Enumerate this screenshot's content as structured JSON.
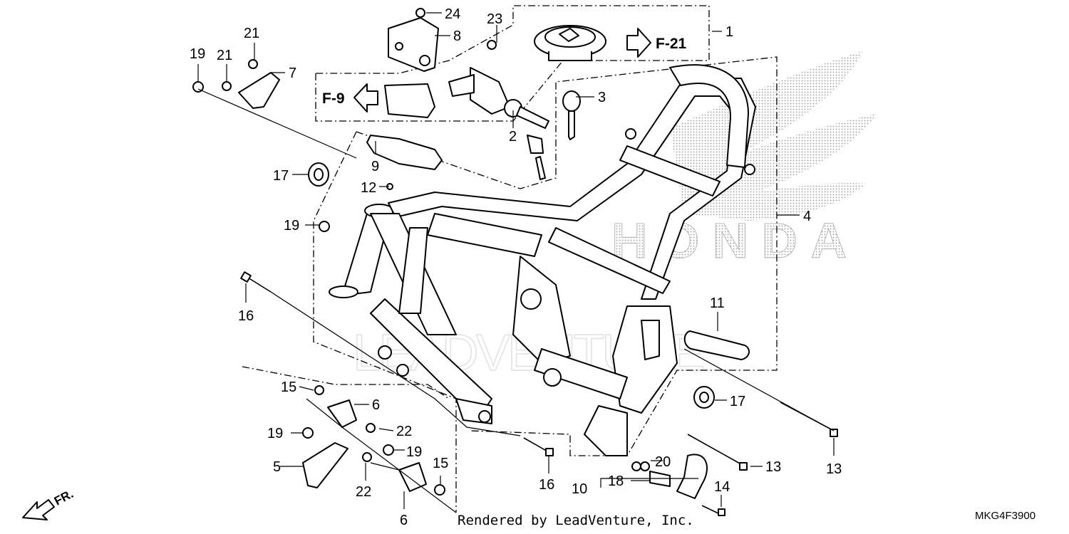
{
  "diagram": {
    "code": "MKG4F3900",
    "credit": "Rendered by LeadVenture, Inc.",
    "watermark": "LEADVENTURE",
    "brand_text": "HONDA",
    "direction_label": "FR.",
    "references": {
      "f9": "F-9",
      "f21": "F-21"
    },
    "callouts": [
      "1",
      "2",
      "3",
      "4",
      "5",
      "6",
      "6",
      "7",
      "8",
      "9",
      "10",
      "11",
      "12",
      "13",
      "13",
      "14",
      "15",
      "15",
      "16",
      "16",
      "17",
      "17",
      "18",
      "19",
      "19",
      "19",
      "19",
      "20",
      "21",
      "21",
      "22",
      "22",
      "23",
      "24"
    ]
  }
}
